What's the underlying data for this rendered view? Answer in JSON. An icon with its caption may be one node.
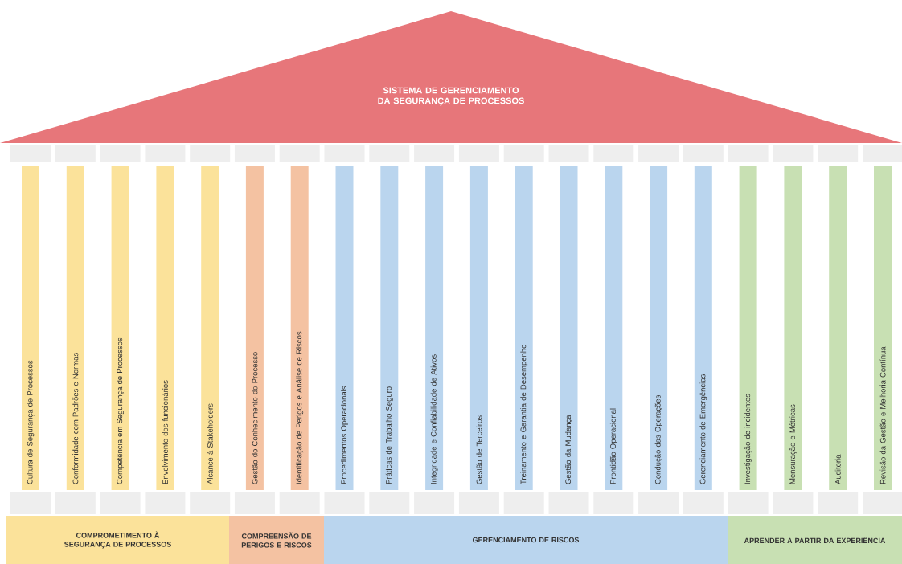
{
  "diagram": {
    "nodes": [
      {
        "text": [
          "SISTEMA DE GERENCIAMENTO DA SEGURANÇA DE PROCESSOS"
        ]
      },
      {
        "text": [
          "Cultura de Segurança de Processos"
        ]
      },
      {
        "text": [
          "Conformidade com Padrões e Normas"
        ]
      },
      {
        "text": [
          "Competência em Segurança de Processos"
        ]
      },
      {
        "text": [
          "Envolvimento dos funcionários"
        ]
      },
      {
        "text": [
          "Alcance à Stakeholders"
        ]
      },
      {
        "text": [
          "Gestão do Conhecimento do Processo"
        ]
      },
      {
        "text": [
          "Identificação de Perigos e Análise de Riscos"
        ]
      },
      {
        "text": [
          "Procedimentos Operacionais"
        ]
      },
      {
        "text": [
          "Práticas de Trabalho Seguro"
        ]
      },
      {
        "text": [
          "Integridade e Confiabilidade de Ativos"
        ]
      },
      {
        "text": [
          "Gestão de Terceiros"
        ]
      },
      {
        "text": [
          "Treinamento e Garantia de Desempenho"
        ]
      },
      {
        "text": [
          "Gestão da Mudança"
        ]
      },
      {
        "text": [
          "Prontidão Operacional"
        ]
      },
      {
        "text": [
          "Condução das Operações"
        ]
      },
      {
        "text": [
          "Gerenciamento de Emergências"
        ]
      },
      {
        "text": [
          "Investigação de incidentes"
        ]
      },
      {
        "text": [
          "Mensuração e Métricas"
        ]
      },
      {
        "text": [
          "Auditoria"
        ]
      },
      {
        "text": [
          "Revisão da Gestão e Melhoria Contínua"
        ]
      },
      {
        "text": [
          "COMPROMETIMENTO À SEGURANÇA DE PROCESSOS"
        ]
      },
      {
        "text": [
          "COMPREENSÃO DE PERIGOS E RISCOS"
        ]
      },
      {
        "text": [
          "GERENCIAMENTO DE RISCOS"
        ]
      },
      {
        "text": [
          "APRENDER A PARTIR DA EXPERIÊNCIA"
        ]
      }
    ]
  }
}
